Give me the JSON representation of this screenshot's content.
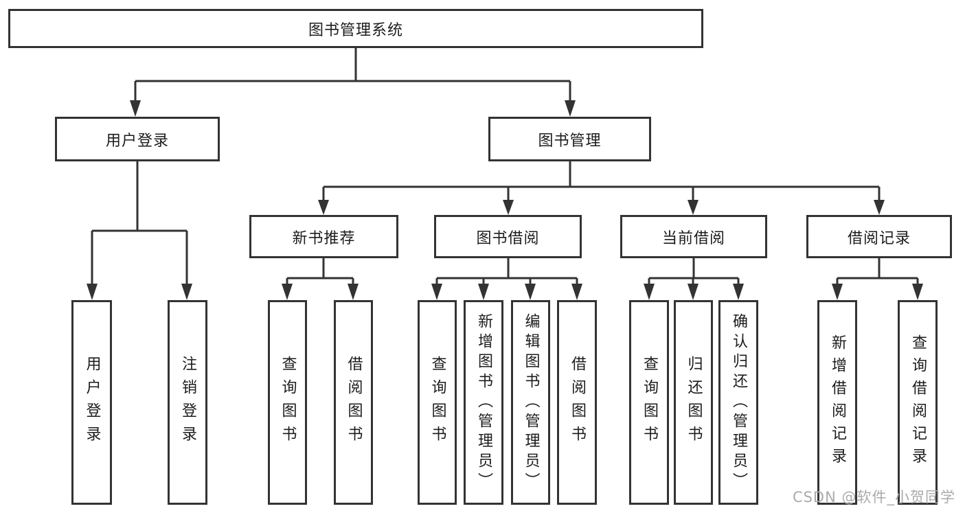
{
  "diagram": {
    "type": "hierarchy-tree",
    "root": {
      "label": "图书管理系统"
    },
    "level2": [
      {
        "label": "用户登录",
        "parent": "图书管理系统"
      },
      {
        "label": "图书管理",
        "parent": "图书管理系统"
      }
    ],
    "level3": [
      {
        "label": "新书推荐",
        "parent": "图书管理"
      },
      {
        "label": "图书借阅",
        "parent": "图书管理"
      },
      {
        "label": "当前借阅",
        "parent": "图书管理"
      },
      {
        "label": "借阅记录",
        "parent": "图书管理"
      }
    ],
    "leaves": [
      {
        "label": "用户登录",
        "parent": "用户登录"
      },
      {
        "label": "注销登录",
        "parent": "用户登录"
      },
      {
        "label": "查询图书",
        "parent": "新书推荐"
      },
      {
        "label": "借阅图书",
        "parent": "新书推荐"
      },
      {
        "label": "查询图书",
        "parent": "图书借阅"
      },
      {
        "label": "新增图书（管理员）",
        "parent": "图书借阅"
      },
      {
        "label": "编辑图书（管理员）",
        "parent": "图书借阅"
      },
      {
        "label": "借阅图书",
        "parent": "图书借阅"
      },
      {
        "label": "查询图书",
        "parent": "当前借阅"
      },
      {
        "label": "归还图书",
        "parent": "当前借阅"
      },
      {
        "label": "确认归还（管理员）",
        "parent": "当前借阅"
      },
      {
        "label": "新增借阅记录",
        "parent": "借阅记录"
      },
      {
        "label": "查询借阅记录",
        "parent": "借阅记录"
      }
    ],
    "colors": {
      "line": "#333333",
      "text": "#1c1c1c",
      "background": "#ffffff",
      "watermark_color": "#aaaaaa"
    },
    "watermark": {
      "text": "CSDN @软件_小贺同学"
    }
  }
}
